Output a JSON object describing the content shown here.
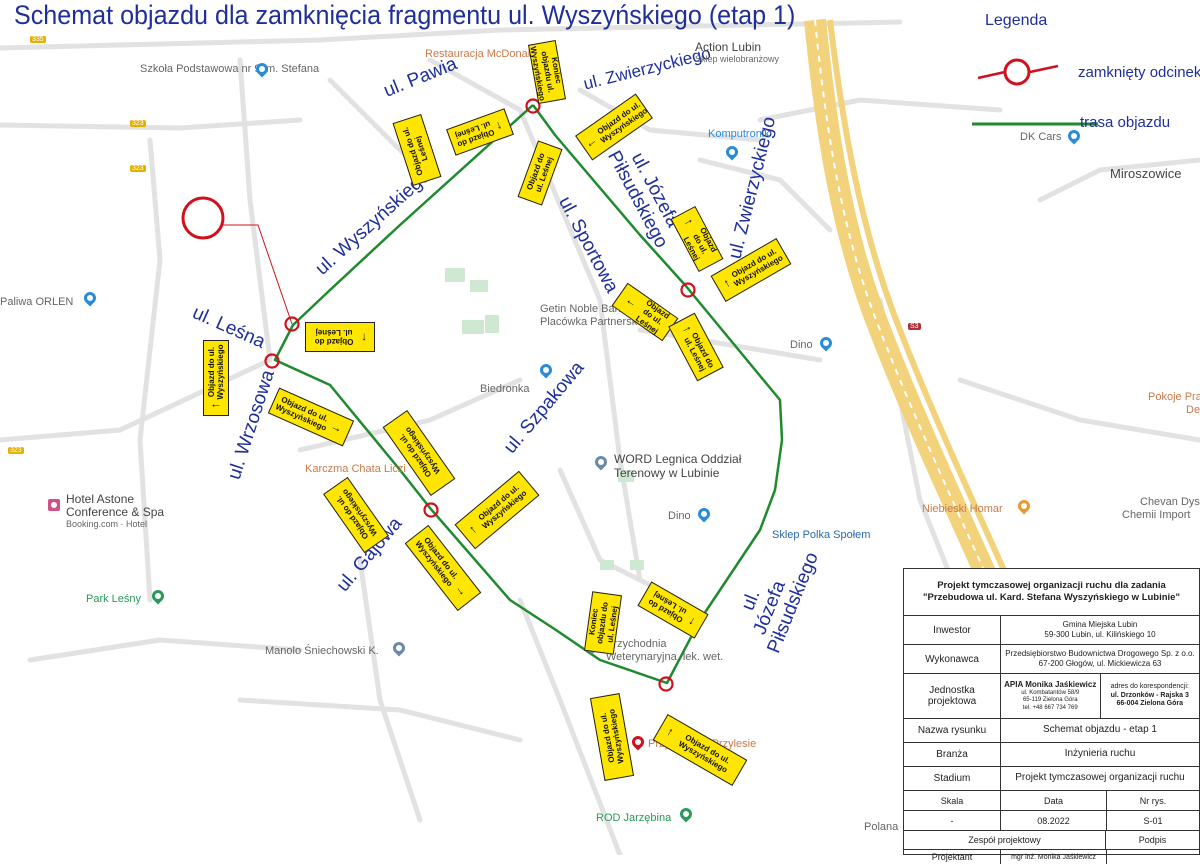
{
  "title": "Schemat objazdu dla zamknięcia fragmentu ul. Wyszyńskiego (etap 1)",
  "legend": {
    "title": "Legenda",
    "closed_label": "zamknięty odcinek",
    "detour_label": "trasa objazdu",
    "closed_color": "#d0101c",
    "detour_color": "#1f8a2e"
  },
  "streets": {
    "pawia": "ul. Pawia",
    "zwierzyckiego_top": "ul. Zwierzyckiego",
    "pilsudskiego_top": "ul. Józefa Piłsudskiego",
    "zwierzyckiego_right": "ul. Zwierzyckiego",
    "wyszynskiego": "ul. Wyszyńskiego",
    "sportowa": "ul. Sportowa",
    "lesna": "ul. Leśna",
    "wrzosowa": "ul. Wrzosowa",
    "szpakowa": "ul. Szpakowa",
    "gajowa": "ul. Gajowa",
    "pilsudskiego_bottom": "ul. Józefa Piłsudskiego"
  },
  "pois": {
    "szkola": "Szkoła Podstawowa nr 9 im. Stefana",
    "restauracja": "Restauracja McDonald's",
    "action": "Action Lubin",
    "action_sub": "Sklep wielobranżowy",
    "komputronik": "Komputronik",
    "dk_cars": "DK Cars",
    "miroszowice": "Miroszowice",
    "orlen": "Paliwa ORLEN",
    "getin": "Getin Noble Bank",
    "getin_sub": "Placówka Partnerska",
    "dino1": "Dino",
    "biedronka": "Biedronka",
    "word": "WORD Legnica Oddział",
    "word_sub": "Terenowy w Lubinie",
    "karczma": "Karczma Chata Liczi",
    "hotel": "Hotel Astone",
    "hotel_sub": "Conference & Spa",
    "hotel_sub2": "Booking.com · Hotel",
    "dino2": "Dino",
    "sklep": "Sklep Polka Społem",
    "niebieski": "Niebieski Homar",
    "chevan": "Chevan Dys",
    "chevan_sub": "Chemii Import",
    "pokoje": "Pokoje Pra",
    "pokoje_sub": "De",
    "park": "Park Leśny",
    "manolo": "Manolo Śniechowski K.",
    "przychodnia": "Przychodnia",
    "przychodnia_sub": "Weterynaryjna, lek. wet.",
    "przychodnia2": "Przychodnia Przylesie",
    "rod": "ROD Jarzębina",
    "polana": "Polana"
  },
  "signs": {
    "s1": "Koniec objazdu ul. Wyszyńskiego",
    "s2": "Objazd do ul. Leśnej",
    "s3": "Objazd do ul. Leśnej",
    "s4": "Objazd do ul. Leśnej",
    "s5": "Objazd do ul. Wyszyńskiego",
    "s6": "Objazd do ul. Leśnej",
    "s7": "Objazd do ul. Wyszyńskiego",
    "s8": "Objazd do ul. Leśnej",
    "s9": "Objazd do ul. Leśnej",
    "s10": "Objazd do ul. Leśnej",
    "s11": "Objazd do ul. Wyszyńskiego",
    "s12": "Objazd do ul. Wyszyńskiego",
    "s13": "Objazd do ul. Wyszyńskiego",
    "s14": "Objazd do ul. Wyszyńskiego",
    "s15": "Objazd do ul. Wyszyńskiego",
    "s16": "Objazd do ul. Wyszyńskiego",
    "s17": "Koniec objazdu do ul. Leśnej",
    "s18": "Objazd do ul. Leśnej",
    "s19": "Objazd do ul. Wyszyńskiego",
    "s20": "Objazd do ul. Wyszyńskiego"
  },
  "title_block": {
    "header": "Projekt tymczasowej organizacji ruchu dla zadania \"Przebudowa ul. Kard. Stefana Wyszyńskiego w Lubinie\"",
    "investor_label": "Inwestor",
    "investor_line1": "Gmina Miejska Lubin",
    "investor_line2": "59-300 Lubin, ul. Kilińskiego 10",
    "contractor_label": "Wykonawca",
    "contractor_line1": "Przedsiębiorstwo Budownictwa Drogowego Sp. z o.o.",
    "contractor_line2": "67-200 Głogów, ul. Mickiewicza 63",
    "unit_label": "Jednostka projektowa",
    "unit_name": "APIA Monika Jaśkiewicz",
    "unit_addr1": "ul. Kombatantów 58/9",
    "unit_addr2": "65-119 Zielona Góra",
    "unit_tel": "tel. +48 667 734 769",
    "unit_corr_label": "adres do korespondencji:",
    "unit_corr1": "ul. Drzonków - Rajska 3",
    "unit_corr2": "66-004 Zielona Góra",
    "drawing_label": "Nazwa rysunku",
    "drawing_value": "Schemat objazdu - etap 1",
    "branch_label": "Branża",
    "branch_value": "Inżynieria ruchu",
    "stage_label": "Stadium",
    "stage_value": "Projekt tymczasowej organizacji ruchu",
    "scale_label": "Skala",
    "date_label": "Data",
    "nr_label": "Nr rys.",
    "scale_value": "-",
    "date_value": "08.2022",
    "nr_value": "S-01",
    "team_label": "Zespół projektowy",
    "sign_label": "Podpis",
    "designer_label": "Projektant",
    "designer_value": "mgr inż. Monika Jaśkiewicz"
  }
}
